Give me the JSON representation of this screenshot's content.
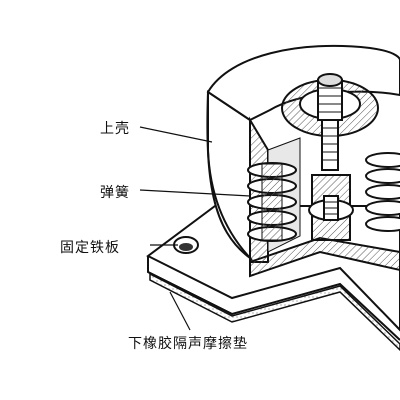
{
  "labels": {
    "shell": "上壳",
    "spring": "弹簧",
    "plate": "固定铁板",
    "pad": "下橡胶隔声摩擦垫"
  },
  "colors": {
    "ink": "#111111",
    "hatch": "#555555",
    "paper": "#ffffff"
  }
}
